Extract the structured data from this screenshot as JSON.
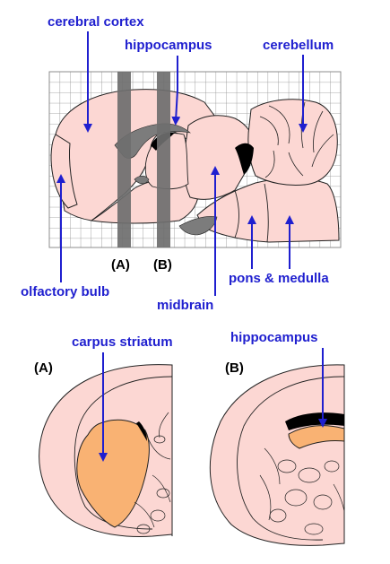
{
  "labels": {
    "cerebral_cortex": "cerebral cortex",
    "hippocampus_sagittal": "hippocampus",
    "cerebellum": "cerebellum",
    "section_a_marker": "(A)",
    "section_b_marker": "(B)",
    "olfactory_bulb": "olfactory bulb",
    "midbrain": "midbrain",
    "pons_medulla": "pons & medulla",
    "carpus_striatum": "carpus striatum",
    "hippocampus_coronal": "hippocampus",
    "panel_a": "(A)",
    "panel_b": "(B)"
  },
  "colors": {
    "label_text": "#1f1fcf",
    "arrow": "#1f1fcf",
    "tissue": "#fcd7d3",
    "outline": "#222222",
    "grid": "#8c8c8c",
    "section_band": "#6e6e6e",
    "highlight": "#f9b273",
    "ventricle": "#7c7c7c",
    "dark": "#000000"
  }
}
